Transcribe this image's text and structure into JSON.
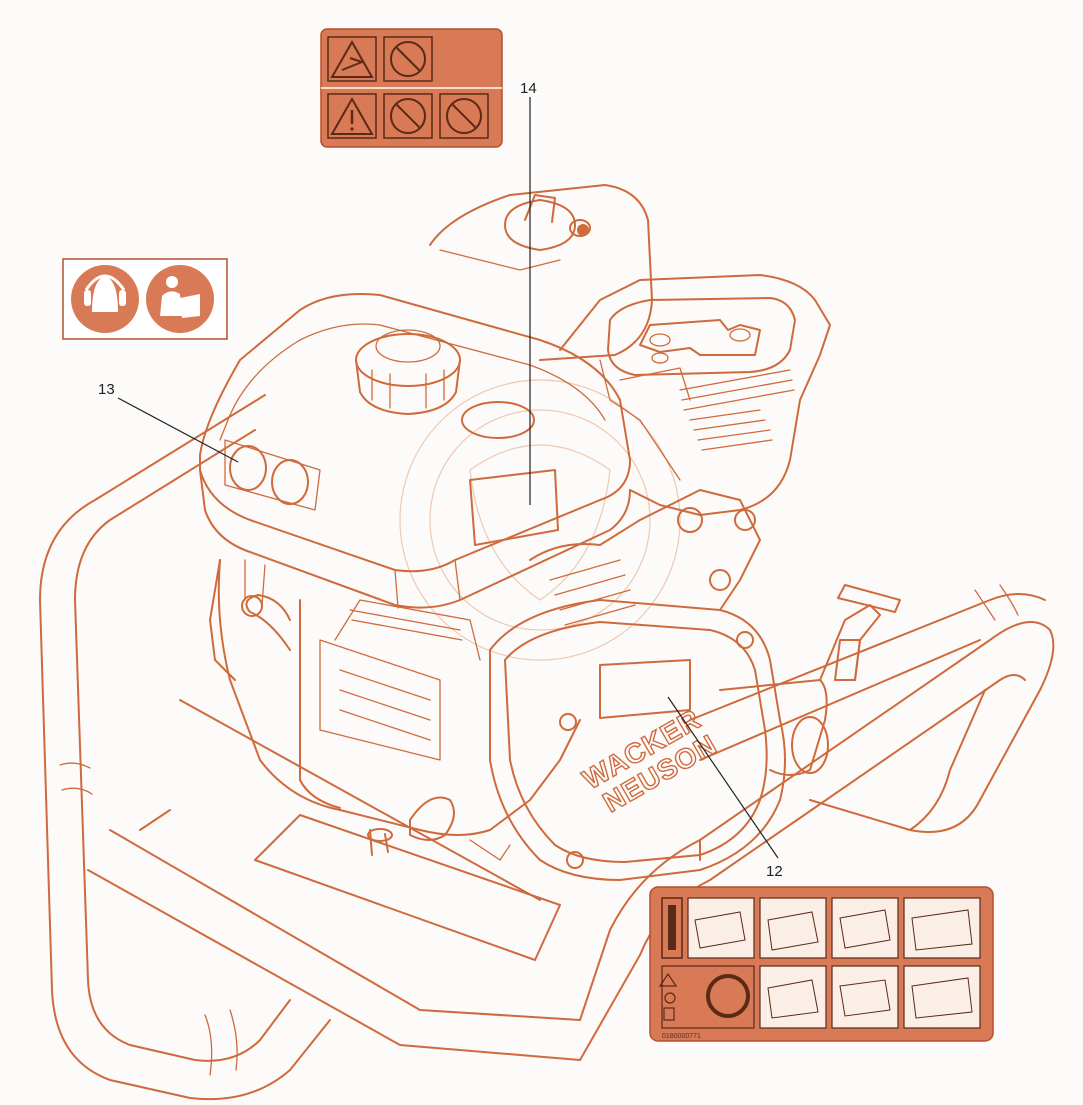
{
  "callouts": {
    "c12": "12",
    "c13": "13",
    "c14": "14"
  },
  "machine": {
    "brand_line1": "WACKER",
    "brand_line2": "NEUSON"
  },
  "decal_bottom": {
    "part_number": "0180000771"
  },
  "colors": {
    "line": "#cf6a3c",
    "decal": "#d97a57",
    "background": "#fcfbf9"
  }
}
